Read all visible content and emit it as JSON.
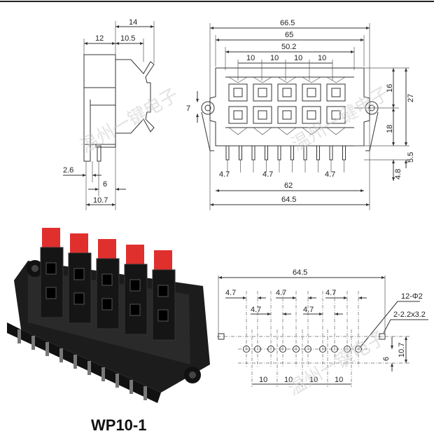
{
  "watermark": "温州一键电子",
  "side_view": {
    "dims": {
      "d14": "14",
      "d12": "12",
      "d10_5": "10.5",
      "d2_6": "2.6",
      "d6": "6",
      "d10_7": "10.7"
    }
  },
  "front_view": {
    "dims": {
      "d66_5": "66.5",
      "d65": "65",
      "d50_2": "50.2",
      "d10": "10",
      "d16": "16",
      "d27": "27",
      "d18": "18",
      "d7": "7",
      "d5_5": "5.5",
      "d4_8": "4.8",
      "d4_7": "4.7",
      "d62": "62",
      "d64_5": "64.5"
    }
  },
  "footprint": {
    "dims": {
      "d64_5": "64.5",
      "d4_7": "4.7",
      "d10": "10",
      "d6": "6",
      "d10_7": "10.7"
    },
    "holes_label": "12-Φ2",
    "slots_label": "2-2.2x3.2"
  },
  "photo": {
    "button_color": "#e0302e",
    "body_color": "#1c1c1c"
  },
  "model": "WP10-1"
}
